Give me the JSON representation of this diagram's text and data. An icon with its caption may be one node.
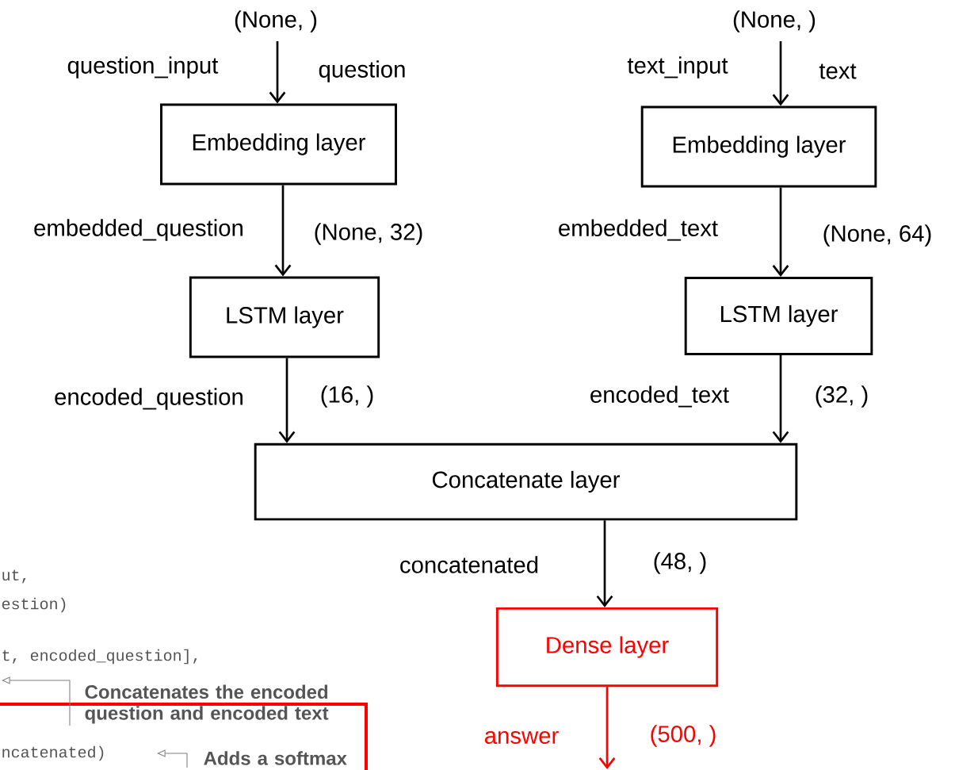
{
  "diagram": {
    "nodes": [
      {
        "text": [
          "Embedding  layer"
        ]
      },
      {
        "text": [
          "LSTM layer"
        ]
      },
      {
        "text": [
          "Embedding  layer"
        ]
      },
      {
        "text": [
          "LSTM layer"
        ]
      },
      {
        "text": [
          "Concatenate layer"
        ]
      },
      {
        "text": [
          "Dense layer"
        ]
      }
    ],
    "edges": [
      {
        "from": null,
        "to": 0,
        "arrow": "to"
      },
      {
        "from": 0,
        "to": 1,
        "arrow": "to"
      },
      {
        "from": 1,
        "to": 4,
        "arrow": "to"
      },
      {
        "from": null,
        "to": 2,
        "arrow": "to"
      },
      {
        "from": 2,
        "to": 3,
        "arrow": "to"
      },
      {
        "from": 3,
        "to": 4,
        "arrow": "to"
      },
      {
        "from": 4,
        "to": 5,
        "arrow": "to"
      },
      {
        "from": 5,
        "to": null,
        "arrow": "to",
        "color": "#ff0000"
      }
    ],
    "labels": [
      "(None, )",
      "question_input",
      "question",
      "(None, )",
      "text_input",
      "text",
      "embedded_question",
      "(None, 32)",
      "embedded_text",
      "(None, 64)",
      "encoded_question",
      "(16, )",
      "encoded_text",
      "(32, )",
      "concatenated",
      "(48, )",
      "answer",
      "(500, )",
      "ut,",
      "estion)",
      "t, encoded_question],",
      "Concatenates the encoded question and encoded text",
      "ncatenated)",
      "Adds a softmax"
    ]
  }
}
